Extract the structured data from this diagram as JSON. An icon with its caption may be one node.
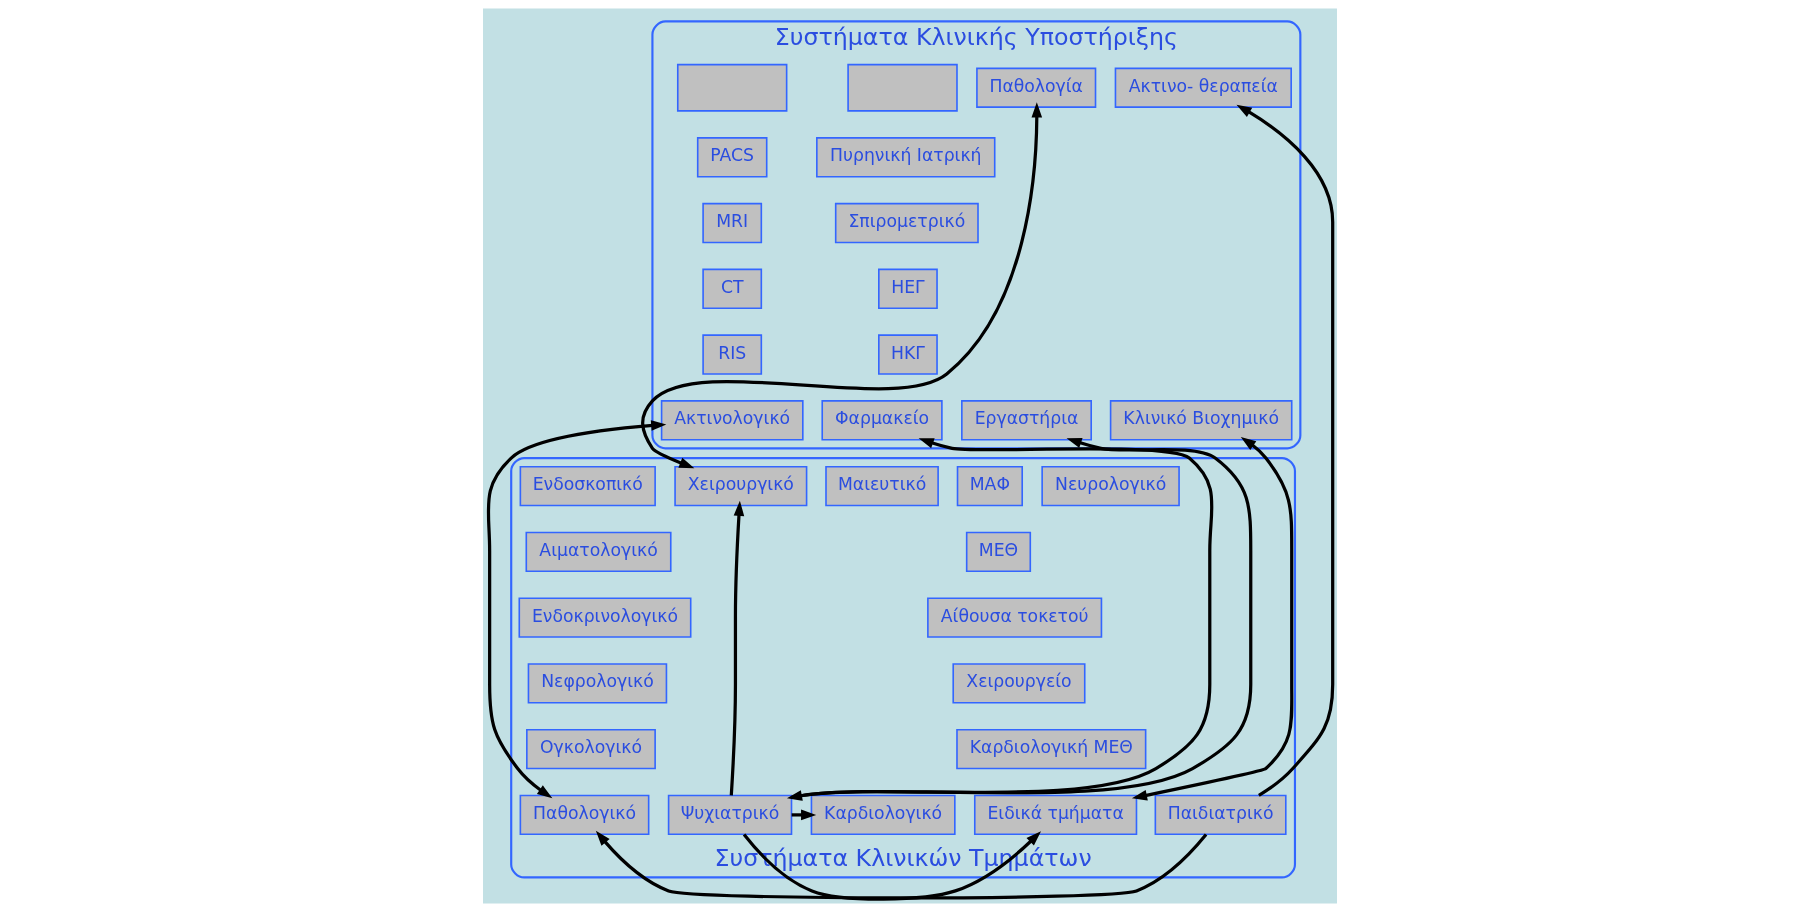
{
  "diagram": {
    "nodes": [
      {
        "text": [
          "Συστήματα Κλινικής Υποστήριξης"
        ]
      },
      {
        "text": [],
        "shape": "box",
        "in": 0
      },
      {
        "text": [
          "Ακτινο- θεραπεία"
        ],
        "in": 0
      },
      {
        "text": [
          "Παθολογία"
        ],
        "in": 0
      },
      {
        "text": [],
        "shape": "box",
        "in": 0
      },
      {
        "text": [
          "PACS"
        ],
        "in": 0
      },
      {
        "text": [
          "Πυρηνική Ιατρική"
        ],
        "in": 0
      },
      {
        "text": [
          "MRI"
        ],
        "in": 0
      },
      {
        "text": [
          "Σπιρομετρικό"
        ],
        "in": 0
      },
      {
        "text": [
          "CT"
        ],
        "in": 0
      },
      {
        "text": [
          "ΗΕΓ"
        ],
        "in": 0
      },
      {
        "text": [
          "RIS"
        ],
        "in": 0
      },
      {
        "text": [
          "ΗΚΓ"
        ],
        "in": 0
      },
      {
        "text": [
          "Ακτινολογικό"
        ],
        "in": 0
      },
      {
        "text": [
          "Φαρμακείο"
        ],
        "in": 0
      },
      {
        "text": [
          "Κλινικό Βιοχημικό"
        ],
        "in": 0
      },
      {
        "text": [
          "Εργαστήρια"
        ],
        "in": 0
      },
      {
        "text": [
          "Συστήματα Κλινικών Τμημάτων"
        ]
      },
      {
        "text": [
          "Ενδοσκοπικό"
        ],
        "in": 17
      },
      {
        "text": [
          "Μαιευτικό"
        ],
        "in": 17
      },
      {
        "text": [
          "Χειρουργικό"
        ],
        "in": 17
      },
      {
        "text": [
          "Νευρολογικό"
        ],
        "in": 17
      },
      {
        "text": [
          "ΜΑΦ"
        ],
        "in": 17
      },
      {
        "text": [
          "Αιματολογικό"
        ],
        "in": 17
      },
      {
        "text": [
          "ΜΕΘ"
        ],
        "in": 17
      },
      {
        "text": [
          "Ενδοκρινολογικό"
        ],
        "in": 17
      },
      {
        "text": [
          "Αίθουσα τοκετού"
        ],
        "in": 17
      },
      {
        "text": [
          "Νεφρολογικό"
        ],
        "in": 17
      },
      {
        "text": [
          "Χειρουργείο"
        ],
        "in": 17
      },
      {
        "text": [
          "Ογκολογικό"
        ],
        "in": 17
      },
      {
        "text": [
          "Καρδιολογική ΜΕΘ"
        ],
        "in": 17
      },
      {
        "text": [
          "Παθολογικό"
        ],
        "in": 17
      },
      {
        "text": [
          "Παιδιατρικό"
        ],
        "in": 17
      },
      {
        "text": [
          "Καρδιολογικό"
        ],
        "in": 17
      },
      {
        "text": [
          "Ψυχιατρικό"
        ],
        "in": 17
      },
      {
        "text": [
          "Ειδικά τμήματα"
        ],
        "in": 17
      }
    ],
    "edges": [
      {
        "from": 31,
        "to": 13,
        "arrow": "both"
      },
      {
        "from": 32,
        "to": 31,
        "arrow": "to"
      },
      {
        "from": 32,
        "to": 2,
        "arrow": "to"
      },
      {
        "from": 34,
        "to": 14,
        "arrow": "both"
      },
      {
        "from": 34,
        "to": 33,
        "arrow": "to"
      },
      {
        "from": 34,
        "to": 20,
        "arrow": "to"
      },
      {
        "from": 34,
        "to": 16,
        "arrow": "to"
      },
      {
        "from": 35,
        "to": 15,
        "arrow": "both"
      },
      {
        "from": 34,
        "to": 35,
        "arrow": "to"
      },
      {
        "from": 3,
        "to": 20,
        "arrow": "both"
      }
    ]
  }
}
